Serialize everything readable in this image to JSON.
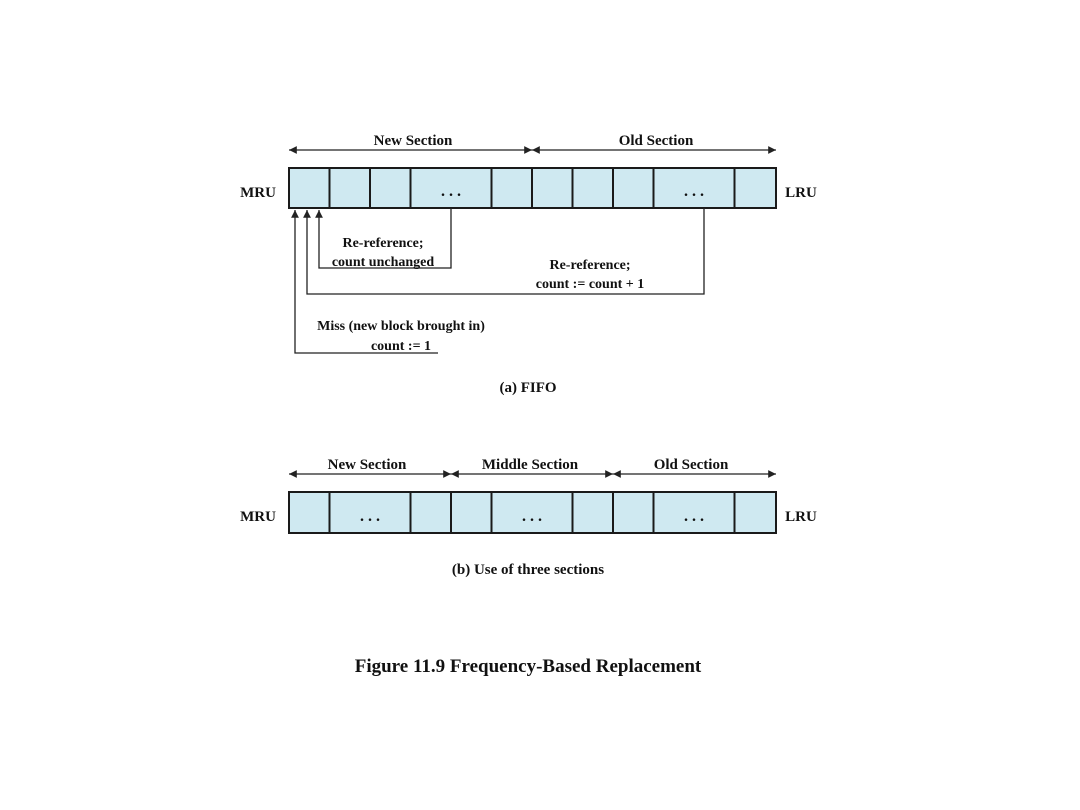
{
  "diagram_a": {
    "new_section": "New Section",
    "old_section": "Old Section",
    "mru": "MRU",
    "lru": "LRU",
    "ellipsis": ". . .",
    "reref_unchanged_line1": "Re-reference;",
    "reref_unchanged_line2": "count unchanged",
    "reref_increment_line1": "Re-reference;",
    "reref_increment_line2": "count := count + 1",
    "miss_line1": "Miss (new block brought in)",
    "miss_line2": "count := 1",
    "caption": "(a)  FIFO"
  },
  "diagram_b": {
    "new_section": "New Section",
    "middle_section": "Middle Section",
    "old_section": "Old Section",
    "mru": "MRU",
    "lru": "LRU",
    "ellipsis": ". . .",
    "caption": "(b)  Use of three sections"
  },
  "figure_title": "Figure 11.9  Frequency-Based Replacement",
  "colors": {
    "cell_fill": "#cfe9f1",
    "stroke": "#1a1a1a"
  }
}
